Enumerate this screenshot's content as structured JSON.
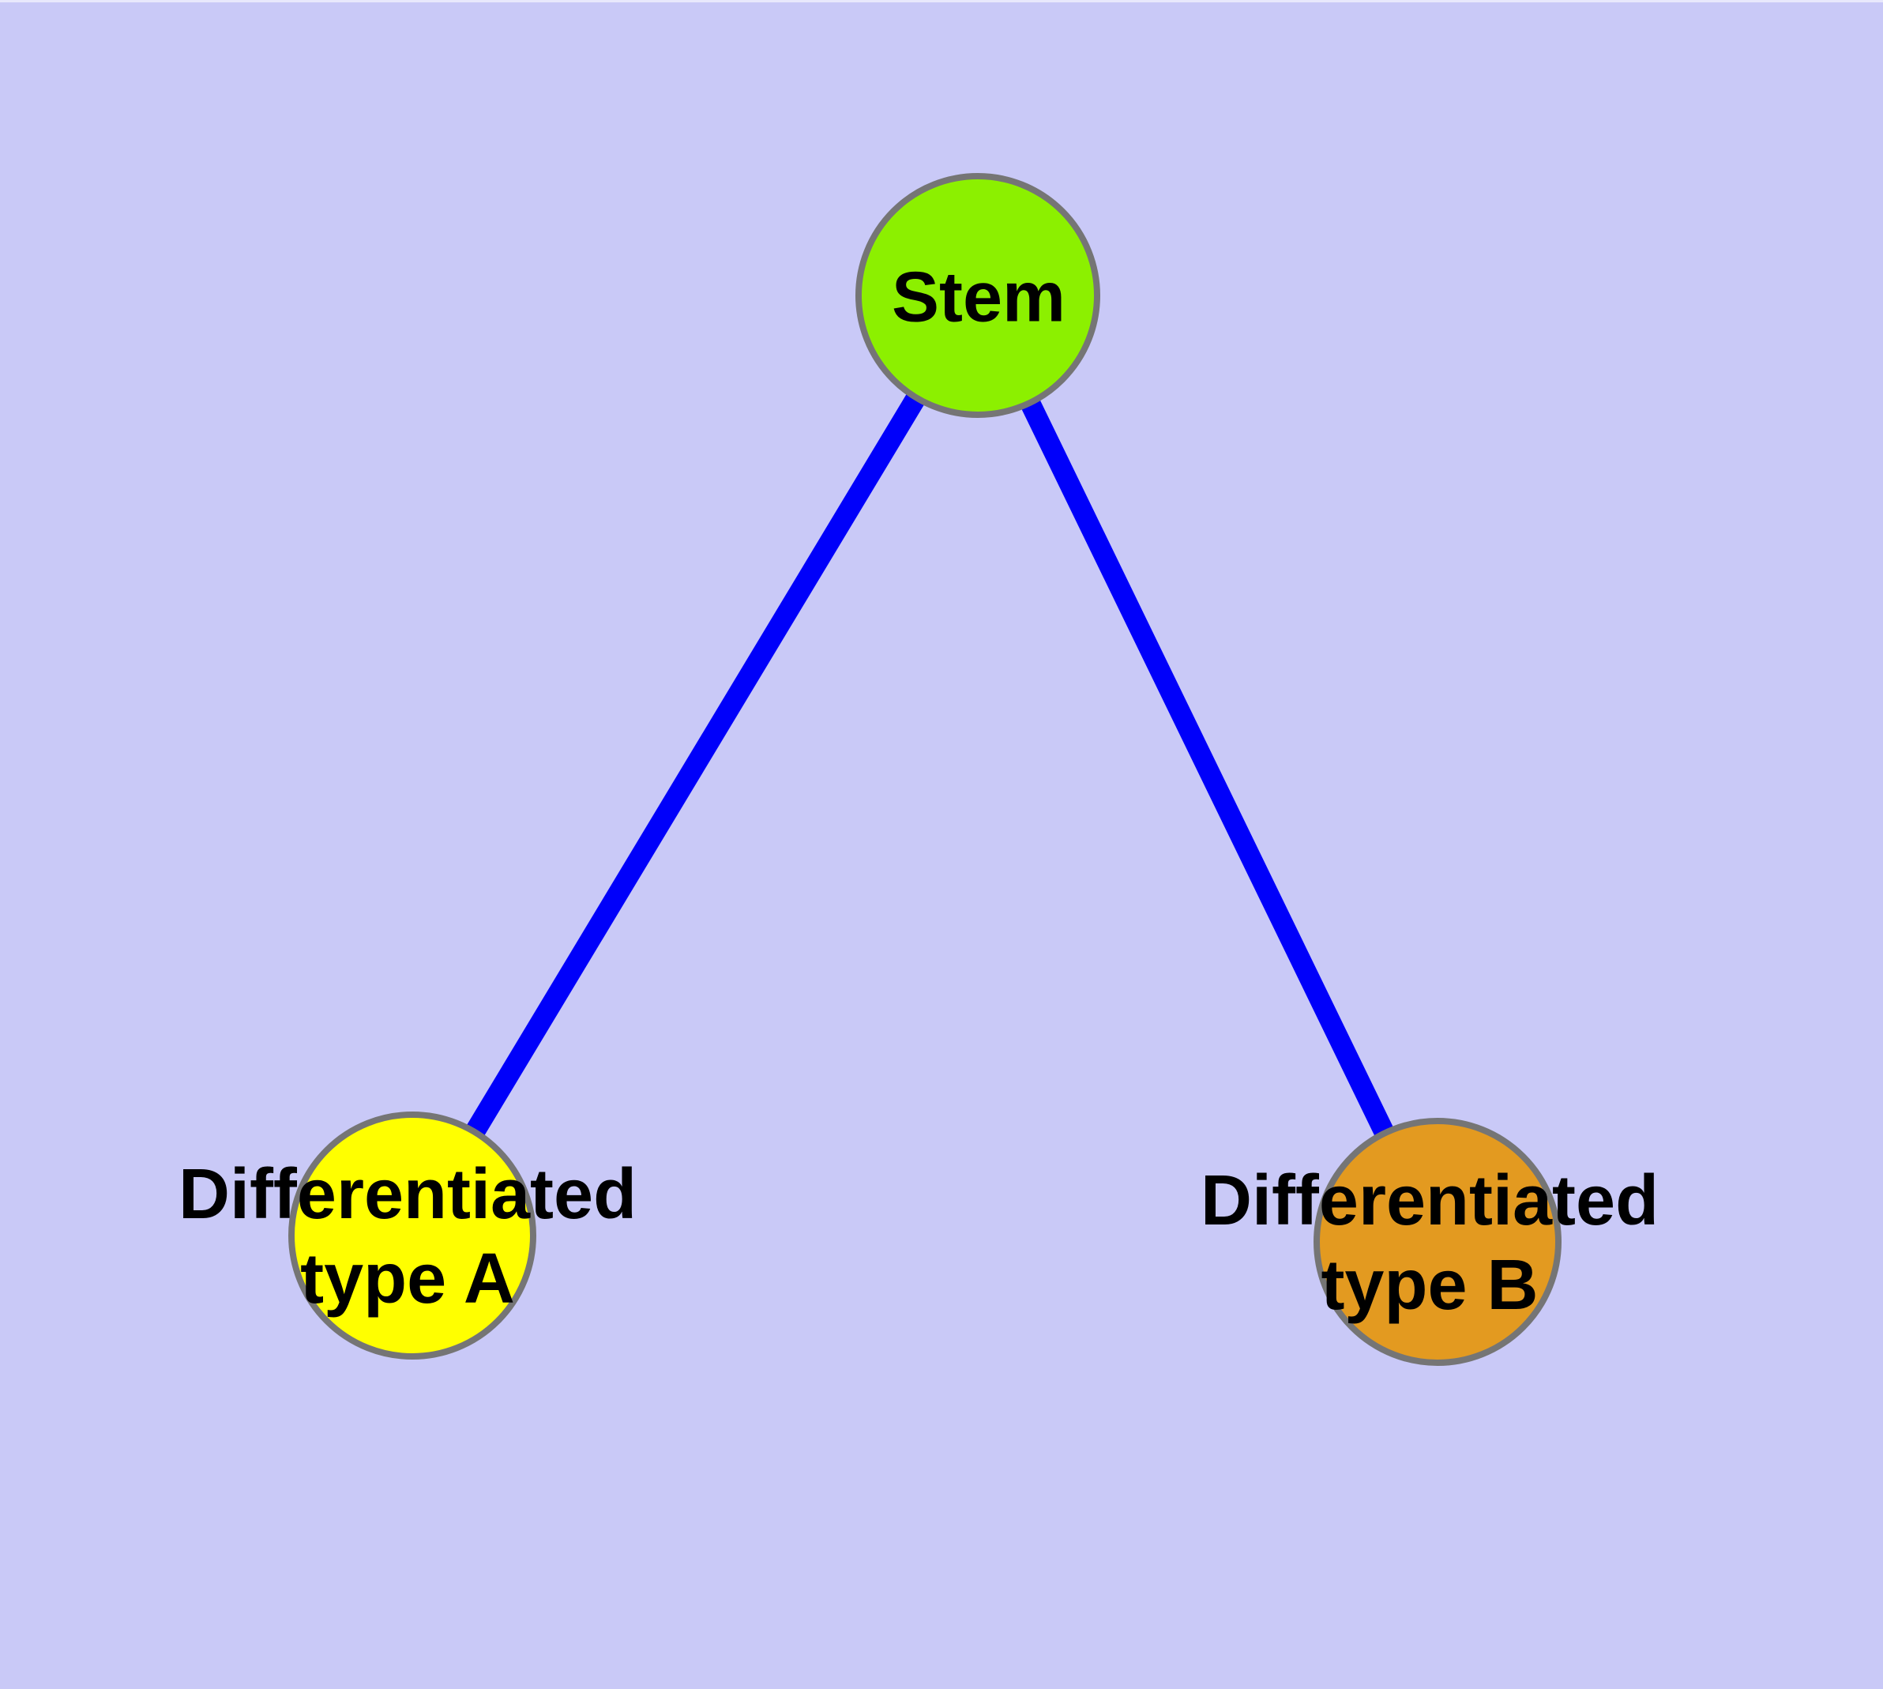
{
  "diagram": {
    "background_color": "#c9c9f7",
    "node_border_color": "#757575",
    "edge_color": "#0000fa",
    "label_color": "#000000",
    "nodes": [
      {
        "id": "stem",
        "label": "Stem",
        "fill": "#8cf000"
      },
      {
        "id": "differentiated-type-a",
        "label": "Differentiated\ntype A",
        "fill": "#ffff00"
      },
      {
        "id": "differentiated-type-b",
        "label": "Differentiated\ntype B",
        "fill": "#e39a20"
      }
    ],
    "edges": [
      {
        "from": "Stem",
        "to": "Differentiated type A"
      },
      {
        "from": "Stem",
        "to": "Differentiated type B"
      }
    ]
  }
}
